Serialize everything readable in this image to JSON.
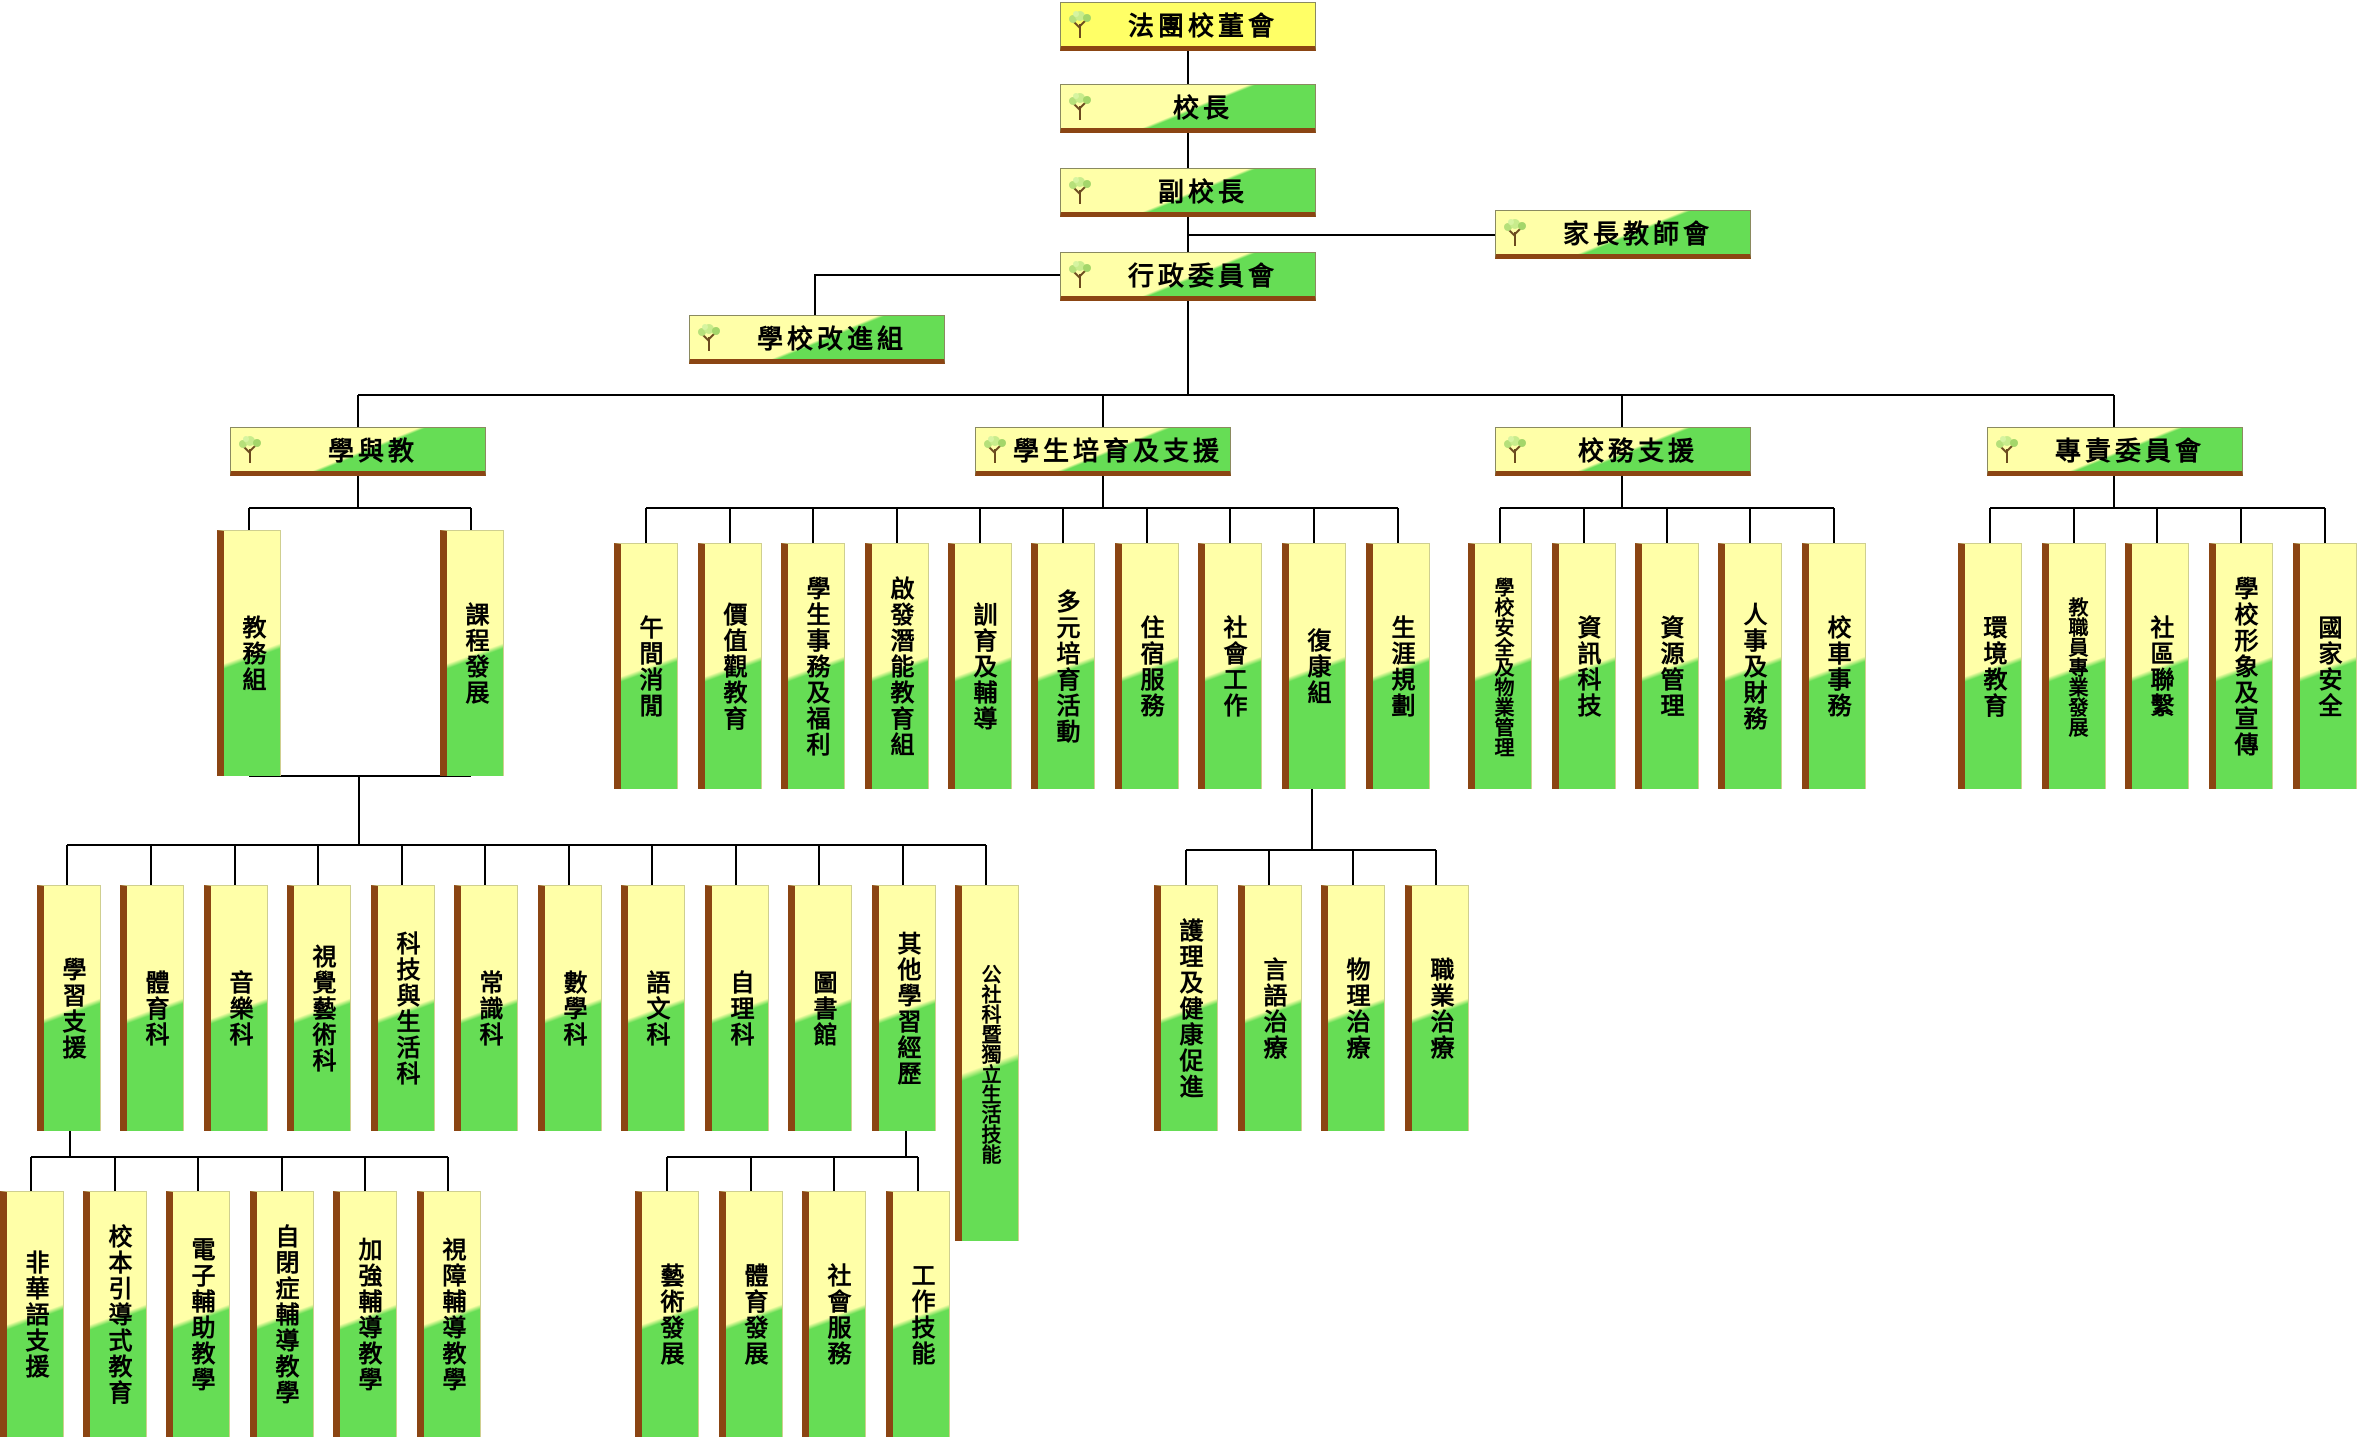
{
  "nodes": [
    {
      "id": "board",
      "label": "法團校董會"
    },
    {
      "id": "principal",
      "label": "校長"
    },
    {
      "id": "vice_principal",
      "label": "副校長"
    },
    {
      "id": "pta",
      "label": "家長教師會"
    },
    {
      "id": "admin_committee",
      "label": "行政委員會"
    },
    {
      "id": "school_improvement",
      "label": "學校改進組"
    },
    {
      "id": "learning_teaching",
      "label": "學與教"
    },
    {
      "id": "student_support",
      "label": "學生培育及支援"
    },
    {
      "id": "school_affairs",
      "label": "校務支援"
    },
    {
      "id": "special_committees",
      "label": "專責委員會"
    },
    {
      "id": "academic_affairs",
      "label": "教務組"
    },
    {
      "id": "curriculum_dev",
      "label": "課程發展"
    },
    {
      "id": "lunch_leisure",
      "label": "午間消閒"
    },
    {
      "id": "values_edu",
      "label": "價值觀教育"
    },
    {
      "id": "student_affairs",
      "label": "學生事務及福利"
    },
    {
      "id": "potential_edu",
      "label": "啟發潛能教育組"
    },
    {
      "id": "guidance",
      "label": "訓育及輔導"
    },
    {
      "id": "diverse_activities",
      "label": "多元培育活動"
    },
    {
      "id": "boarding",
      "label": "住宿服務"
    },
    {
      "id": "social_work",
      "label": "社會工作"
    },
    {
      "id": "rehab",
      "label": "復康組"
    },
    {
      "id": "life_planning",
      "label": "生涯規劃"
    },
    {
      "id": "safety_property",
      "label": "學校安全及物業管理"
    },
    {
      "id": "it",
      "label": "資訊科技"
    },
    {
      "id": "resources",
      "label": "資源管理"
    },
    {
      "id": "hr_finance",
      "label": "人事及財務"
    },
    {
      "id": "school_bus",
      "label": "校車事務"
    },
    {
      "id": "environment_edu",
      "label": "環境教育"
    },
    {
      "id": "staff_dev",
      "label": "教職員專業發展"
    },
    {
      "id": "community",
      "label": "社區聯繫"
    },
    {
      "id": "image_promo",
      "label": "學校形象及宣傳"
    },
    {
      "id": "national_security",
      "label": "國家安全"
    },
    {
      "id": "learning_support",
      "label": "學習支援"
    },
    {
      "id": "pe",
      "label": "體育科"
    },
    {
      "id": "music",
      "label": "音樂科"
    },
    {
      "id": "visual_arts",
      "label": "視覺藝術科"
    },
    {
      "id": "tech_living",
      "label": "科技與生活科"
    },
    {
      "id": "general_studies",
      "label": "常識科"
    },
    {
      "id": "math",
      "label": "數學科"
    },
    {
      "id": "language",
      "label": "語文科"
    },
    {
      "id": "self_care",
      "label": "自理科"
    },
    {
      "id": "library",
      "label": "圖書館"
    },
    {
      "id": "other_learning",
      "label": "其他學習經歷"
    },
    {
      "id": "civic_independent",
      "label": "公社科暨獨立生活技能"
    },
    {
      "id": "nursing",
      "label": "護理及健康促進"
    },
    {
      "id": "speech",
      "label": "言語治療"
    },
    {
      "id": "physio",
      "label": "物理治療"
    },
    {
      "id": "occupational",
      "label": "職業治療"
    },
    {
      "id": "non_chinese",
      "label": "非華語支援"
    },
    {
      "id": "school_based",
      "label": "校本引導式教育"
    },
    {
      "id": "e_assisted",
      "label": "電子輔助教學"
    },
    {
      "id": "autism",
      "label": "自閉症輔導教學"
    },
    {
      "id": "enhanced",
      "label": "加強輔導教學"
    },
    {
      "id": "visual_impair",
      "label": "視障輔導教學"
    },
    {
      "id": "arts_dev",
      "label": "藝術發展"
    },
    {
      "id": "sports_dev",
      "label": "體育發展"
    },
    {
      "id": "community_service",
      "label": "社會服務"
    },
    {
      "id": "career_skills",
      "label": "工作技能"
    }
  ],
  "edges": [
    [
      "board",
      "principal"
    ],
    [
      "principal",
      "vice_principal"
    ],
    [
      "vice_principal",
      "admin_committee"
    ],
    [
      "vice_principal",
      "pta"
    ],
    [
      "admin_committee",
      "school_improvement"
    ],
    [
      "admin_committee",
      "learning_teaching"
    ],
    [
      "admin_committee",
      "student_support"
    ],
    [
      "admin_committee",
      "school_affairs"
    ],
    [
      "admin_committee",
      "special_committees"
    ],
    [
      "learning_teaching",
      "academic_affairs"
    ],
    [
      "learning_teaching",
      "curriculum_dev"
    ],
    [
      "student_support",
      "lunch_leisure"
    ],
    [
      "student_support",
      "values_edu"
    ],
    [
      "student_support",
      "student_affairs"
    ],
    [
      "student_support",
      "potential_edu"
    ],
    [
      "student_support",
      "guidance"
    ],
    [
      "student_support",
      "diverse_activities"
    ],
    [
      "student_support",
      "boarding"
    ],
    [
      "student_support",
      "social_work"
    ],
    [
      "student_support",
      "rehab"
    ],
    [
      "student_support",
      "life_planning"
    ],
    [
      "school_affairs",
      "safety_property"
    ],
    [
      "school_affairs",
      "it"
    ],
    [
      "school_affairs",
      "resources"
    ],
    [
      "school_affairs",
      "hr_finance"
    ],
    [
      "school_affairs",
      "school_bus"
    ],
    [
      "special_committees",
      "environment_edu"
    ],
    [
      "special_committees",
      "staff_dev"
    ],
    [
      "special_committees",
      "community"
    ],
    [
      "special_committees",
      "image_promo"
    ],
    [
      "special_committees",
      "national_security"
    ],
    [
      "academic_affairs",
      "learning_support"
    ],
    [
      "academic_affairs",
      "pe"
    ],
    [
      "academic_affairs",
      "music"
    ],
    [
      "academic_affairs",
      "visual_arts"
    ],
    [
      "academic_affairs",
      "tech_living"
    ],
    [
      "academic_affairs",
      "general_studies"
    ],
    [
      "academic_affairs",
      "math"
    ],
    [
      "academic_affairs",
      "language"
    ],
    [
      "academic_affairs",
      "self_care"
    ],
    [
      "academic_affairs",
      "library"
    ],
    [
      "academic_affairs",
      "other_learning"
    ],
    [
      "academic_affairs",
      "civic_independent"
    ],
    [
      "rehab",
      "nursing"
    ],
    [
      "rehab",
      "speech"
    ],
    [
      "rehab",
      "physio"
    ],
    [
      "rehab",
      "occupational"
    ],
    [
      "learning_support",
      "non_chinese"
    ],
    [
      "learning_support",
      "school_based"
    ],
    [
      "learning_support",
      "e_assisted"
    ],
    [
      "learning_support",
      "autism"
    ],
    [
      "learning_support",
      "enhanced"
    ],
    [
      "learning_support",
      "visual_impair"
    ],
    [
      "other_learning",
      "arts_dev"
    ],
    [
      "other_learning",
      "sports_dev"
    ],
    [
      "other_learning",
      "community_service"
    ],
    [
      "other_learning",
      "career_skills"
    ]
  ],
  "colors": {
    "top_box": "#ffff66",
    "box_light": "#ffffa8",
    "box_green": "#66dd55",
    "border_brown": "#8b4513",
    "line": "#000000"
  }
}
